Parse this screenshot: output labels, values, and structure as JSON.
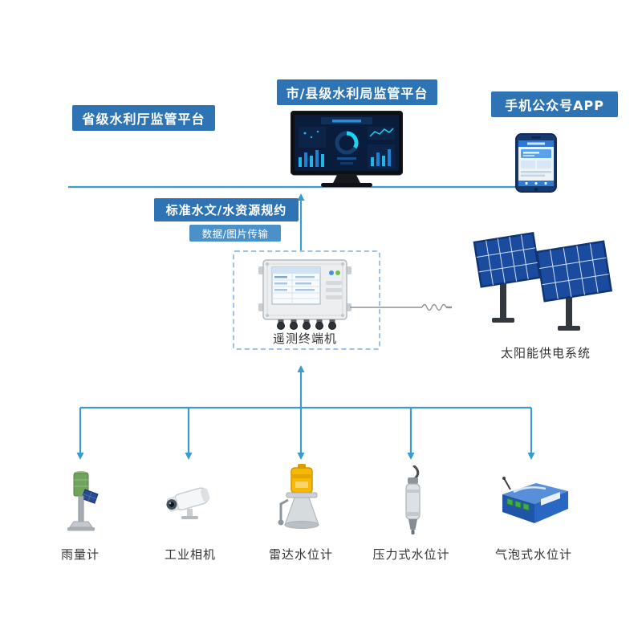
{
  "diagram": {
    "top_platforms": {
      "provincial_label": "省级水利厅监管平台",
      "city_county_label": "市/县级水利局监管平台",
      "mobile_app_label": "手机公众号APP"
    },
    "middle": {
      "protocol_label": "标准水文/水资源规约",
      "transmission_label": "数据/图片传输",
      "rtu_label": "遥测终端机",
      "solar_label": "太阳能供电系统"
    },
    "sensors": [
      {
        "label": "雨量计"
      },
      {
        "label": "工业相机"
      },
      {
        "label": "雷达水位计"
      },
      {
        "label": "压力式水位计"
      },
      {
        "label": "气泡式水位计"
      }
    ],
    "colors": {
      "platform_label_bg": "#2e74b5",
      "transmission_label_bg": "#4a90c9",
      "connector_line": "#3a9ad2",
      "dashed_frame": "#9ec3e8",
      "solar_panel_blue": "#1b4b9e",
      "radar_yellow": "#f6b800"
    }
  }
}
